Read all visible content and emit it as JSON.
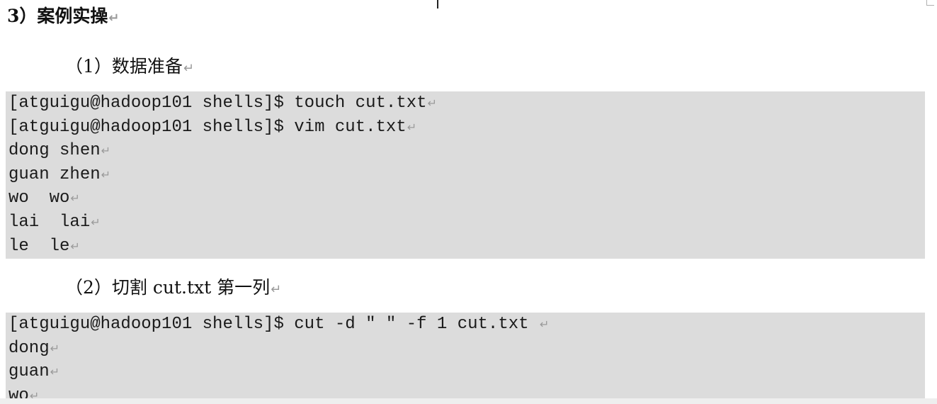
{
  "section": {
    "title": "3）案例实操",
    "return_mark": "↵"
  },
  "step1": {
    "title": "（1）数据准备",
    "return_mark": "↵"
  },
  "code1": {
    "lines": [
      {
        "text": "[atguigu@hadoop101 shells]$ touch cut.txt",
        "mark": "↵"
      },
      {
        "text": "[atguigu@hadoop101 shells]$ vim cut.txt",
        "mark": "↵"
      },
      {
        "text": "dong shen",
        "mark": "↵"
      },
      {
        "text": "guan zhen",
        "mark": "↵"
      },
      {
        "text": "wo  wo",
        "mark": "↵"
      },
      {
        "text": "lai  lai",
        "mark": "↵"
      },
      {
        "text": "le  le",
        "mark": "↵"
      }
    ]
  },
  "step2": {
    "title": "（2）切割 cut.txt 第一列",
    "return_mark": "↵"
  },
  "code2": {
    "lines": [
      {
        "text": "[atguigu@hadoop101 shells]$ cut -d \" \" -f 1 cut.txt ",
        "mark": "↵"
      },
      {
        "text": "dong",
        "mark": "↵"
      },
      {
        "text": "guan",
        "mark": "↵"
      },
      {
        "text": "wo",
        "mark": "↵"
      }
    ]
  }
}
